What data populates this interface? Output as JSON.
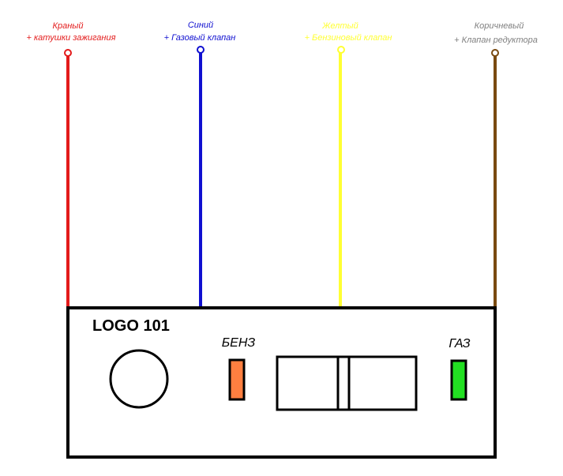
{
  "wires": [
    {
      "line1": "Краный",
      "line2": "+ катушки зажигания",
      "color": "#e31b1b"
    },
    {
      "line1": "Синий",
      "line2": "+ Газовый клапан",
      "color": "#1010d0"
    },
    {
      "line1": "Желтый",
      "line2": "+ Бензиновый клапан",
      "color": "#ffff33"
    },
    {
      "line1": "Коричневый",
      "line2": "+ Клапан редуктора",
      "color": "#7a4a10",
      "label_color": "#808080"
    }
  ],
  "device": {
    "model": "LOGO 101",
    "petrol_label": "БЕНЗ",
    "gas_label": "ГАЗ",
    "petrol_color": "#ff7f40",
    "gas_color": "#22e022"
  }
}
